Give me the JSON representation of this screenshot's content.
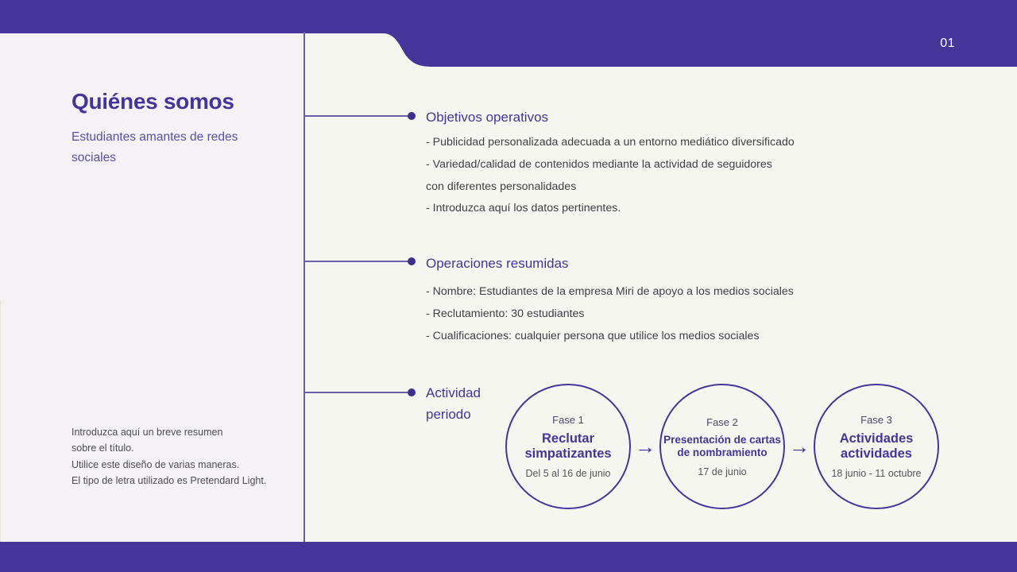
{
  "slide": {
    "page_number": "01",
    "accent_color": "#45359b",
    "band_color": "#45359b",
    "left_bg": "#f4f2f6",
    "right_bg": "#f6f6f1"
  },
  "left": {
    "title": "Quiénes somos",
    "subtitle": "Estudiantes amantes de redes sociales",
    "summary_lines": [
      "Introduzca aquí un breve resumen",
      "sobre el título.",
      "Utilice este diseño de varias maneras.",
      "El tipo de letra utilizado es Pretendard Light."
    ]
  },
  "sections": [
    {
      "heading": "Objetivos operativos",
      "lines": [
        "- Publicidad personalizada adecuada a un entorno mediático diversificado",
        "- Variedad/calidad de contenidos mediante la actividad de seguidores",
        "con diferentes personalidades",
        "- Introduzca aquí los datos pertinentes."
      ]
    },
    {
      "heading": "Operaciones resumidas",
      "lines": [
        "- Nombre: Estudiantes de la empresa Miri de apoyo a los medios sociales",
        "- Reclutamiento: 30 estudiantes",
        "- Cualificaciones: cualquier persona que utilice los medios sociales"
      ]
    },
    {
      "heading": "Actividad periodo",
      "lines": []
    }
  ],
  "phases": [
    {
      "label": "Fase 1",
      "title": "Reclutar simpatizantes",
      "date": "Del 5 al 16 de junio"
    },
    {
      "label": "Fase 2",
      "title": "Presentación de cartas de nombramiento",
      "date": "17 de junio"
    },
    {
      "label": "Fase 3",
      "title": "Actividades actividades",
      "date": "18 junio - 11 octubre"
    }
  ],
  "arrow_glyph": "→"
}
